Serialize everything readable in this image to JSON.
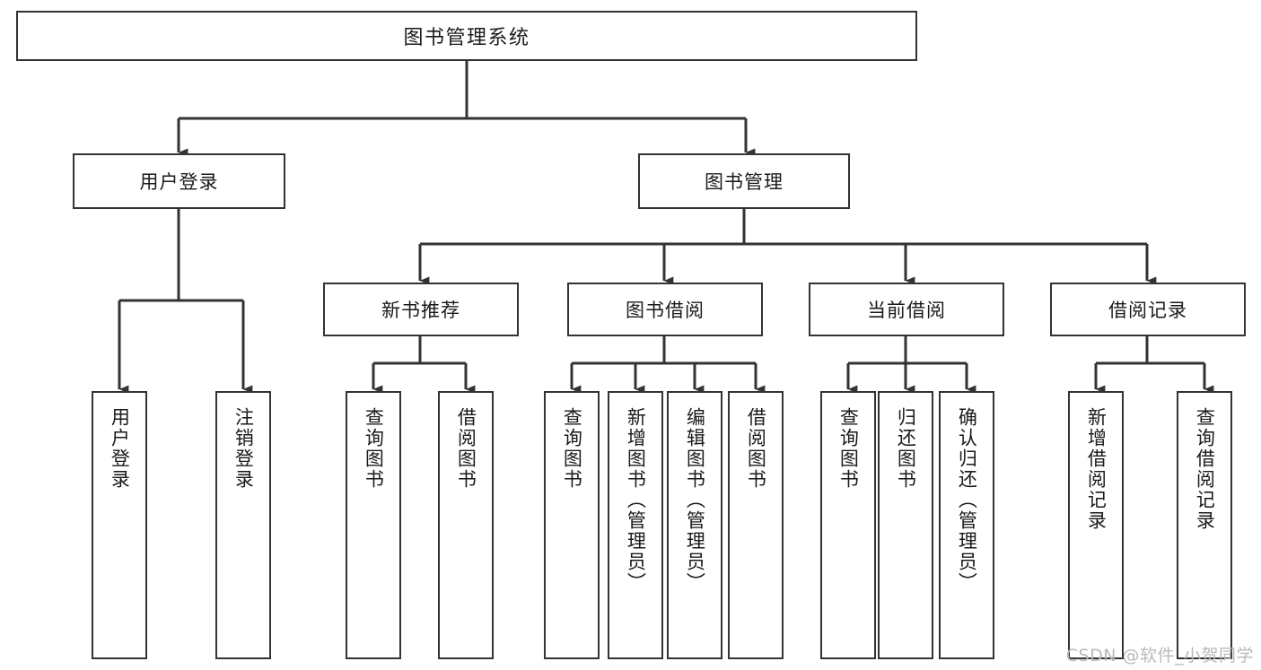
{
  "diagram": {
    "type": "tree-hierarchy-flowchart",
    "title": "图书管理系统",
    "watermark": "CSDN @软件_小贺同学",
    "colors": {
      "box_border": "#333333",
      "box_fill": "#ffffff",
      "connector": "#333333",
      "text": "#1a1a1a",
      "watermark": "#b9b9b9",
      "background": "#ffffff"
    },
    "levels": {
      "root": {
        "label": "图书管理系统"
      },
      "level2": [
        {
          "label": "用户登录"
        },
        {
          "label": "图书管理"
        }
      ],
      "level3": [
        {
          "label": "新书推荐"
        },
        {
          "label": "图书借阅"
        },
        {
          "label": "当前借阅"
        },
        {
          "label": "借阅记录"
        }
      ],
      "leaves_user_login": [
        {
          "label": "用户登录"
        },
        {
          "label": "注销登录"
        }
      ],
      "leaves_new_books": [
        {
          "label": "查询图书"
        },
        {
          "label": "借阅图书"
        }
      ],
      "leaves_borrow": [
        {
          "label": "查询图书"
        },
        {
          "label": "新增图书（管理员）"
        },
        {
          "label": "编辑图书（管理员）"
        },
        {
          "label": "借阅图书"
        }
      ],
      "leaves_current": [
        {
          "label": "查询图书"
        },
        {
          "label": "归还图书"
        },
        {
          "label": "确认归还（管理员）"
        }
      ],
      "leaves_records": [
        {
          "label": "新增借阅记录"
        },
        {
          "label": "查询借阅记录"
        }
      ]
    }
  }
}
